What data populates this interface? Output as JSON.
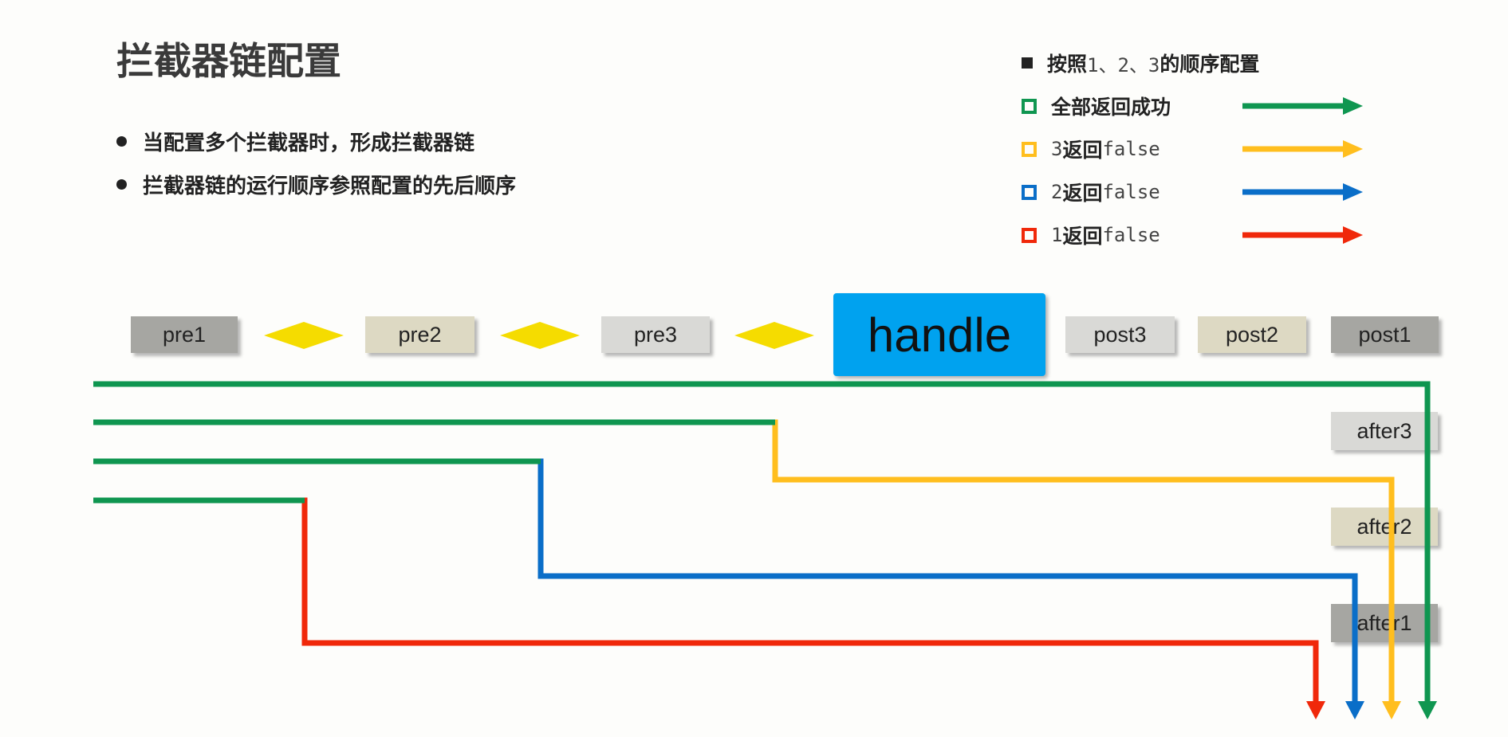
{
  "title": "拦截器链配置",
  "bullets": [
    "当配置多个拦截器时，形成拦截器链",
    "拦截器链的运行顺序参照配置的先后顺序"
  ],
  "legend": {
    "header": {
      "bold_text": "按照",
      "mono_text": "1、2、3",
      "bold_suffix": "的顺序配置"
    },
    "items": [
      {
        "prefix": "",
        "bold_text": "全部返回成功",
        "mono_text": "",
        "color": "#0f9650"
      },
      {
        "prefix": "3",
        "bold_text": "返回",
        "mono_text": "false",
        "color": "#ffbe1e"
      },
      {
        "prefix": "2",
        "bold_text": "返回",
        "mono_text": "false",
        "color": "#0a6ec8"
      },
      {
        "prefix": "1",
        "bold_text": "返回",
        "mono_text": "false",
        "color": "#f0280a"
      }
    ]
  },
  "pipeline": {
    "pre1": {
      "label": "pre1",
      "color": "#a6a6a2"
    },
    "pre2": {
      "label": "pre2",
      "color": "#ddd9c3"
    },
    "pre3": {
      "label": "pre3",
      "color": "#d9d9d6"
    },
    "handle": {
      "label": "handle",
      "color": "#00a2ef"
    },
    "post3": {
      "label": "post3",
      "color": "#d9d9d6"
    },
    "post2": {
      "label": "post2",
      "color": "#ddd9c3"
    },
    "post1": {
      "label": "post1",
      "color": "#a6a6a2"
    },
    "after3": {
      "label": "after3",
      "color": "#d9d9d6"
    },
    "after2": {
      "label": "after2",
      "color": "#ddd9c3"
    },
    "after1": {
      "label": "after1",
      "color": "#a6a6a2"
    },
    "connector_color": "#f5dc00"
  }
}
